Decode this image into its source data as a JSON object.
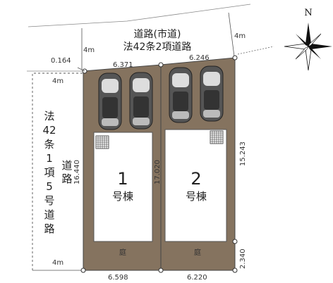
{
  "north_label": "N",
  "road_top": {
    "line1": "道路(市道)",
    "line2": "法42条2項道路"
  },
  "road_left": {
    "main_chars": [
      "法",
      "42",
      "条",
      "1",
      "項",
      "5",
      "号",
      "道",
      "路"
    ],
    "side_chars": [
      "道",
      "路"
    ]
  },
  "widths": {
    "top_left": "4m",
    "top_right": "4m",
    "left_top": "4m",
    "left_bottom": "4m"
  },
  "dimensions": {
    "setback": "0.164",
    "top_lot1": "6.371",
    "top_lot2": "6.246",
    "left_depth": "16.440",
    "middle_depth": "17.020",
    "right_depth": "15.243",
    "right_bottom": "2.340",
    "bottom_lot1": "6.598",
    "bottom_lot2": "6.220"
  },
  "buildings": [
    {
      "number": "1",
      "label": "号棟",
      "garden": "庭"
    },
    {
      "number": "2",
      "label": "号棟",
      "garden": "庭"
    }
  ],
  "colors": {
    "lot": "#85735f",
    "house": "#ffffff",
    "outline": "#444444"
  }
}
